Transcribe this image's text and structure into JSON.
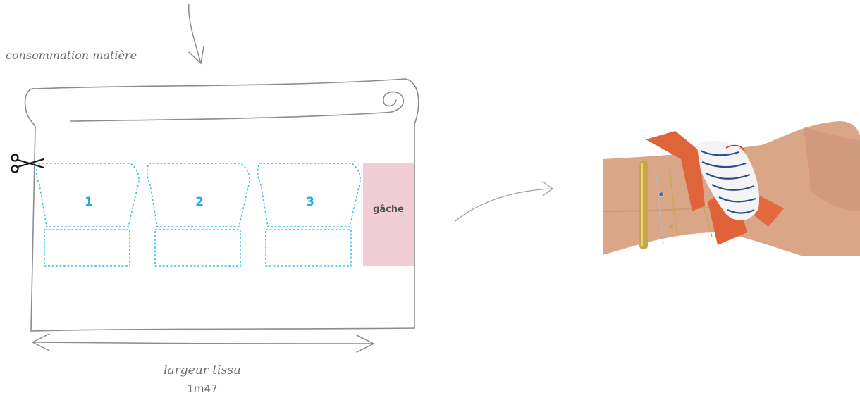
{
  "diagram": {
    "heading": "consommation matière",
    "pieces": [
      "1",
      "2",
      "3"
    ],
    "waste_label": "gâche",
    "width_label": "largeur tissu",
    "width_value": "1m47"
  },
  "colors": {
    "pattern_outline": "#3fc1e6",
    "waste_fill": "#f1cdd6",
    "sketch_line": "#8c8c8c"
  },
  "icons": {
    "cutting": "scissors-icon"
  }
}
